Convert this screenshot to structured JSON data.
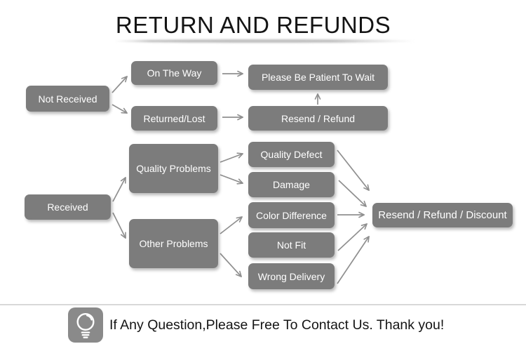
{
  "title": "RETURN AND REFUNDS",
  "flowchart": {
    "nodes": {
      "not_received": "Not Received",
      "on_the_way": "On The Way",
      "returned_lost": "Returned/Lost",
      "please_wait": "Please Be Patient To Wait",
      "resend_refund": "Resend / Refund",
      "received": "Received",
      "quality_problems": "Quality Problems",
      "other_problems": "Other Problems",
      "quality_defect": "Quality Defect",
      "damage": "Damage",
      "color_difference": "Color Difference",
      "not_fit": "Not Fit",
      "wrong_delivery": "Wrong Delivery",
      "resend_refund_discount": "Resend / Refund / Discount"
    },
    "edges": [
      {
        "from": "not_received",
        "to": "on_the_way"
      },
      {
        "from": "not_received",
        "to": "returned_lost"
      },
      {
        "from": "on_the_way",
        "to": "please_wait"
      },
      {
        "from": "returned_lost",
        "to": "resend_refund"
      },
      {
        "from": "resend_refund",
        "to": "please_wait"
      },
      {
        "from": "received",
        "to": "quality_problems"
      },
      {
        "from": "received",
        "to": "other_problems"
      },
      {
        "from": "quality_problems",
        "to": "quality_defect"
      },
      {
        "from": "quality_problems",
        "to": "damage"
      },
      {
        "from": "other_problems",
        "to": "color_difference"
      },
      {
        "from": "other_problems",
        "to": "wrong_delivery"
      },
      {
        "from": "quality_defect",
        "to": "resend_refund_discount"
      },
      {
        "from": "damage",
        "to": "resend_refund_discount"
      },
      {
        "from": "color_difference",
        "to": "resend_refund_discount"
      },
      {
        "from": "not_fit",
        "to": "resend_refund_discount"
      },
      {
        "from": "wrong_delivery",
        "to": "resend_refund_discount"
      }
    ]
  },
  "footer": {
    "icon": "lightbulb-icon",
    "text": "If Any Question,Please Free To Contact Us. Thank you!"
  },
  "colors": {
    "box_fill": "#7c7c7c",
    "box_text": "#ffffff",
    "arrow": "#8f8f8f",
    "title_text": "#141414",
    "footer_text": "#141414",
    "divider": "#d8d8d8",
    "icon_fill": "#8a8a8a"
  }
}
